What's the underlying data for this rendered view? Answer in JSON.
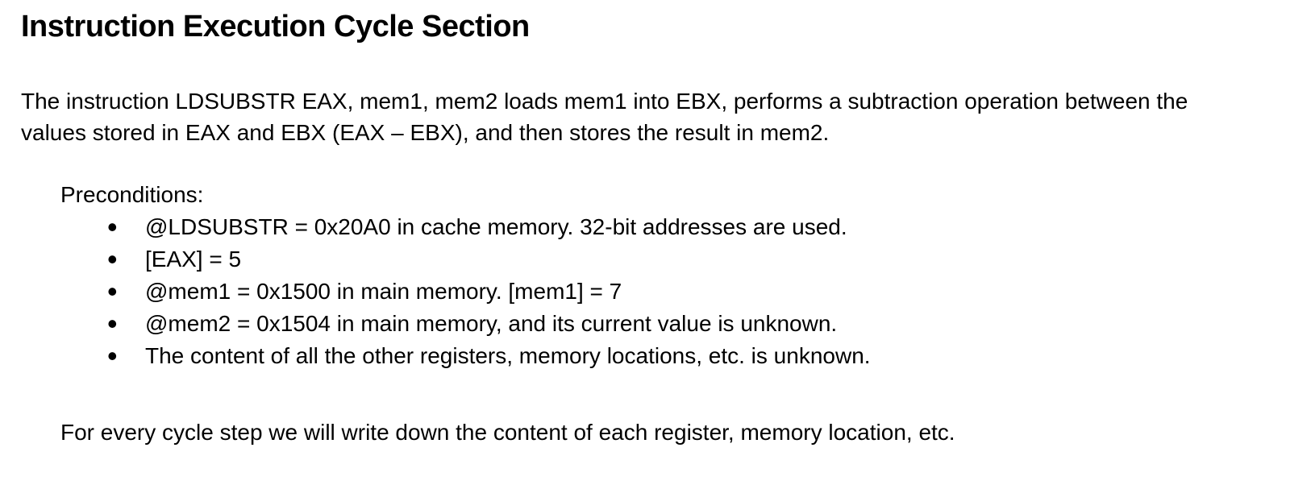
{
  "colors": {
    "text": "#000000",
    "background": "#ffffff"
  },
  "icons": {
    "bullet": "•"
  },
  "document": {
    "title": "Instruction Execution Cycle Section",
    "intro_lines": [
      "The instruction LDSUBSTR EAX, mem1, mem2 loads mem1 into EBX, performs a subtraction operation between the",
      "values stored in EAX and EBX (EAX – EBX), and then stores the result in mem2."
    ],
    "preconditions_label": "Preconditions:",
    "preconditions": [
      "@LDSUBSTR = 0x20A0 in cache memory. 32-bit addresses are used.",
      "[EAX] = 5",
      "@mem1 = 0x1500 in main memory. [mem1] = 7",
      "@mem2 = 0x1504 in main memory, and its current value is unknown.",
      "The content of all the other registers, memory locations, etc. is unknown."
    ],
    "closing": "For every cycle step we will write down the content of each register, memory location, etc."
  }
}
